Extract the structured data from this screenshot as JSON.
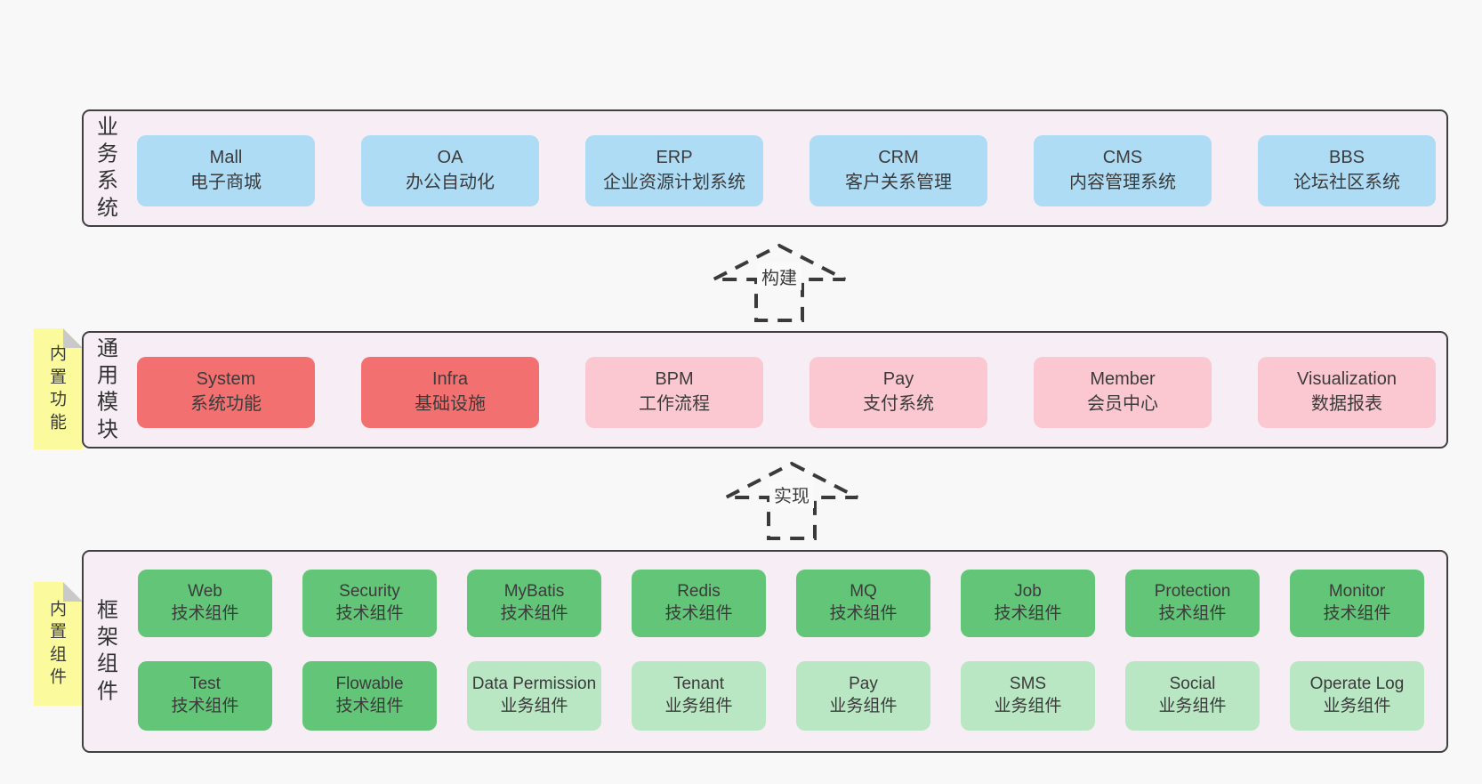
{
  "diagram_title": "framework-architecture-diagram",
  "colors": {
    "page_bg": "#f8f8f8",
    "band_bg": "#f7edf4",
    "band_border": "#404040",
    "node_blue": "#aedcf5",
    "node_red": "#f37070",
    "node_pink": "#fbc8d1",
    "node_green_dark": "#62c577",
    "node_green_light": "#b9e6c3",
    "sticky_yellow": "#fbfb9d",
    "sticky_fold_gray": "#c9c9c9",
    "text": "#3b3b3b"
  },
  "band_business": {
    "label_vertical": "业务系统",
    "items": [
      {
        "name": "Mall",
        "desc": "电子商城"
      },
      {
        "name": "OA",
        "desc": "办公自动化"
      },
      {
        "name": "ERP",
        "desc": "企业资源计划系统"
      },
      {
        "name": "CRM",
        "desc": "客户关系管理"
      },
      {
        "name": "CMS",
        "desc": "内容管理系统"
      },
      {
        "name": "BBS",
        "desc": "论坛社区系统"
      }
    ]
  },
  "arrow_build": {
    "label": "构建"
  },
  "band_modules": {
    "sticky": "内置功能",
    "label_vertical": "通用模块",
    "items": [
      {
        "name": "System",
        "desc": "系统功能",
        "variant": "red"
      },
      {
        "name": "Infra",
        "desc": "基础设施",
        "variant": "red"
      },
      {
        "name": "BPM",
        "desc": "工作流程",
        "variant": "pink"
      },
      {
        "name": "Pay",
        "desc": "支付系统",
        "variant": "pink"
      },
      {
        "name": "Member",
        "desc": "会员中心",
        "variant": "pink"
      },
      {
        "name": "Visualization",
        "desc": "数据报表",
        "variant": "pink"
      }
    ]
  },
  "arrow_implement": {
    "label": "实现"
  },
  "band_components": {
    "sticky": "内置组件",
    "label_vertical": "框架组件",
    "row1": [
      {
        "name": "Web",
        "desc": "技术组件",
        "variant": "green-dark"
      },
      {
        "name": "Security",
        "desc": "技术组件",
        "variant": "green-dark"
      },
      {
        "name": "MyBatis",
        "desc": "技术组件",
        "variant": "green-dark"
      },
      {
        "name": "Redis",
        "desc": "技术组件",
        "variant": "green-dark"
      },
      {
        "name": "MQ",
        "desc": "技术组件",
        "variant": "green-dark"
      },
      {
        "name": "Job",
        "desc": "技术组件",
        "variant": "green-dark"
      },
      {
        "name": "Protection",
        "desc": "技术组件",
        "variant": "green-dark"
      },
      {
        "name": "Monitor",
        "desc": "技术组件",
        "variant": "green-dark"
      }
    ],
    "row2": [
      {
        "name": "Test",
        "desc": "技术组件",
        "variant": "green-dark"
      },
      {
        "name": "Flowable",
        "desc": "技术组件",
        "variant": "green-dark"
      },
      {
        "name": "Data Permission",
        "desc": "业务组件",
        "variant": "green-light"
      },
      {
        "name": "Tenant",
        "desc": "业务组件",
        "variant": "green-light"
      },
      {
        "name": "Pay",
        "desc": "业务组件",
        "variant": "green-light"
      },
      {
        "name": "SMS",
        "desc": "业务组件",
        "variant": "green-light"
      },
      {
        "name": "Social",
        "desc": "业务组件",
        "variant": "green-light"
      },
      {
        "name": "Operate Log",
        "desc": "业务组件",
        "variant": "green-light"
      }
    ]
  }
}
